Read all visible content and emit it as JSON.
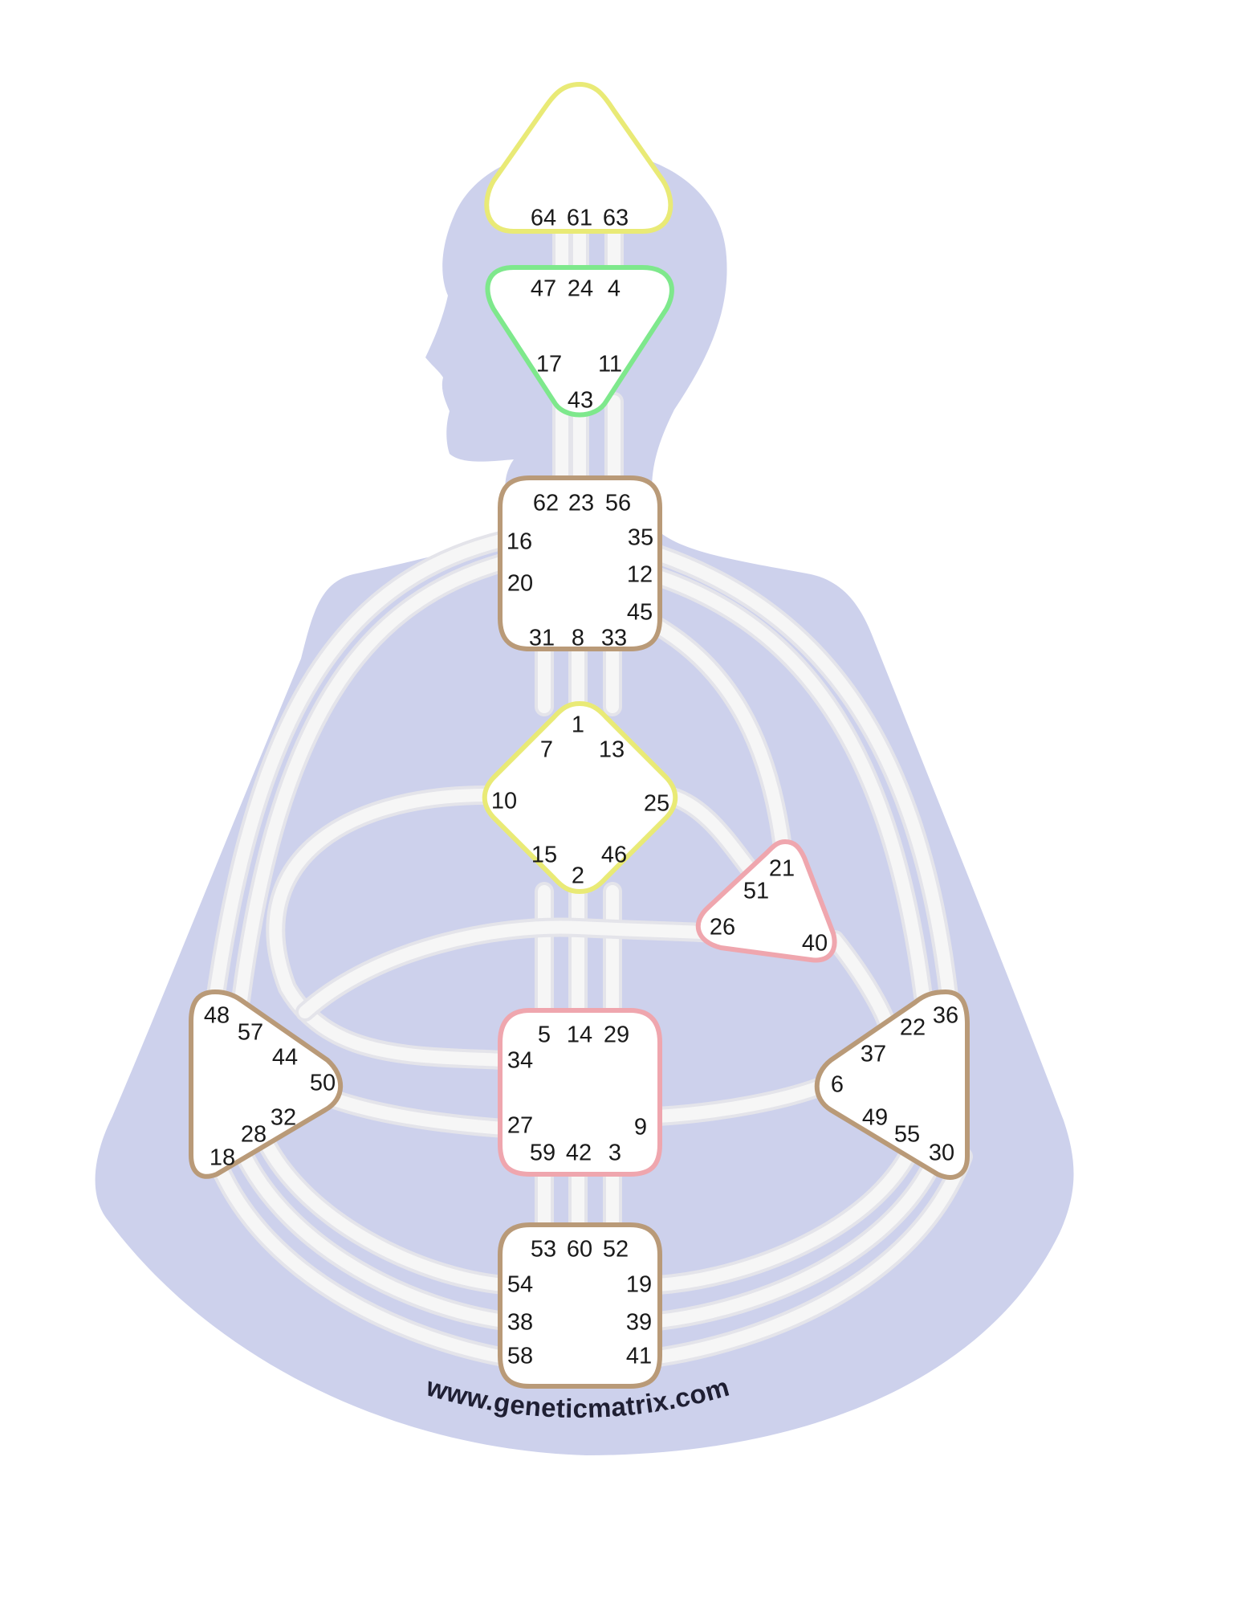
{
  "site_url": "www.geneticmatrix.com",
  "colors": {
    "silhouette": "#cdd1ec",
    "channel": "#f4f4f4",
    "yellow": "#e9ea76",
    "green": "#7ee88c",
    "tan": "#b99a78",
    "pink": "#efa6ae"
  },
  "centers": [
    {
      "id": "head",
      "color": "yellow",
      "gates": [
        "64",
        "61",
        "63"
      ]
    },
    {
      "id": "ajna",
      "color": "green",
      "gates": [
        "47",
        "24",
        "4",
        "17",
        "11",
        "43"
      ]
    },
    {
      "id": "throat",
      "color": "tan",
      "gates": [
        "62",
        "23",
        "56",
        "16",
        "35",
        "20",
        "12",
        "45",
        "31",
        "8",
        "33"
      ]
    },
    {
      "id": "g",
      "color": "yellow",
      "gates": [
        "1",
        "7",
        "13",
        "10",
        "25",
        "15",
        "46",
        "2"
      ]
    },
    {
      "id": "heart",
      "color": "pink",
      "gates": [
        "21",
        "51",
        "26",
        "40"
      ]
    },
    {
      "id": "spleen",
      "color": "tan",
      "gates": [
        "48",
        "57",
        "44",
        "50",
        "32",
        "28",
        "18"
      ]
    },
    {
      "id": "sacral",
      "color": "pink",
      "gates": [
        "5",
        "14",
        "29",
        "34",
        "27",
        "59",
        "42",
        "3",
        "9"
      ]
    },
    {
      "id": "solar-plexus",
      "color": "tan",
      "gates": [
        "36",
        "22",
        "37",
        "6",
        "49",
        "55",
        "30"
      ]
    },
    {
      "id": "root",
      "color": "tan",
      "gates": [
        "53",
        "60",
        "52",
        "54",
        "19",
        "38",
        "39",
        "58",
        "41"
      ]
    }
  ]
}
